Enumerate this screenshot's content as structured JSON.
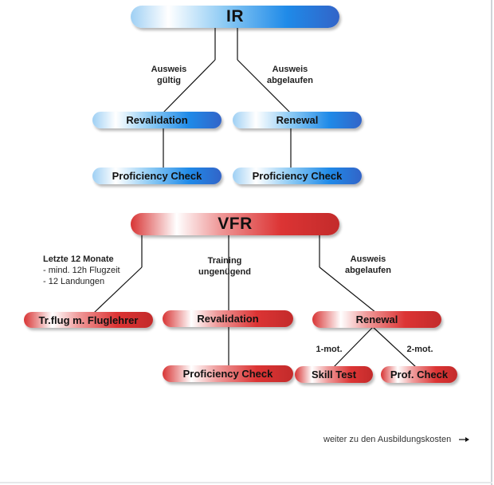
{
  "ir": {
    "title": "IR",
    "edge_valid": [
      "Ausweis",
      "gültig"
    ],
    "edge_expired": [
      "Ausweis",
      "abgelaufen"
    ],
    "revalidation": "Revalidation",
    "renewal": "Renewal",
    "proficiency_left": "Proficiency Check",
    "proficiency_right": "Proficiency Check"
  },
  "vfr": {
    "title": "VFR",
    "edge_left": {
      "heading": "Letzte 12 Monate",
      "lines": [
        "- mind. 12h Flugzeit",
        "- 12 Landungen"
      ]
    },
    "edge_middle": [
      "Training",
      "ungenügend"
    ],
    "edge_right": [
      "Ausweis",
      "abgelaufen"
    ],
    "training_flight": "Tr.flug m. Fluglehrer",
    "revalidation": "Revalidation",
    "renewal": "Renewal",
    "proficiency": "Proficiency Check",
    "edge_one_engine": "1-mot.",
    "edge_two_engine": "2-mot.",
    "skill_test": "Skill Test",
    "prof_check": "Prof. Check"
  },
  "footer": {
    "link_text": "weiter zu den Ausbildungskosten",
    "arrow_icon": "arrow-right-icon"
  },
  "colors": {
    "blue_accent": "#1f8ae8",
    "red_accent": "#dc3434"
  }
}
